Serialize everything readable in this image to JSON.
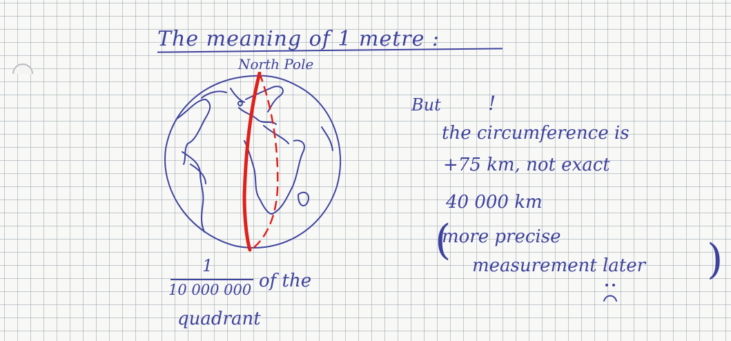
{
  "note": {
    "title": "The meaning of 1 metre :",
    "globe_label": "North Pole",
    "right_text": {
      "but": "But",
      "exclaim": "!",
      "line1": "the circumference is",
      "line2": "+75 km, not exact",
      "line3": "40 000 km",
      "line4": "more precise",
      "line5": "measurement later",
      "paren_open": "(",
      "paren_close": ")"
    },
    "fraction": {
      "numerator": "1",
      "denominator": "10 000 000"
    },
    "of_the": "of the",
    "quadrant": "quadrant"
  },
  "colors": {
    "ink_blue": "#3d429c",
    "ink_red": "#e0201b",
    "grid": "#a0aab4",
    "paper": "#f8f8f6"
  },
  "icons": {
    "globe": "globe-sketch-icon",
    "frown": "frowning-face-icon"
  }
}
